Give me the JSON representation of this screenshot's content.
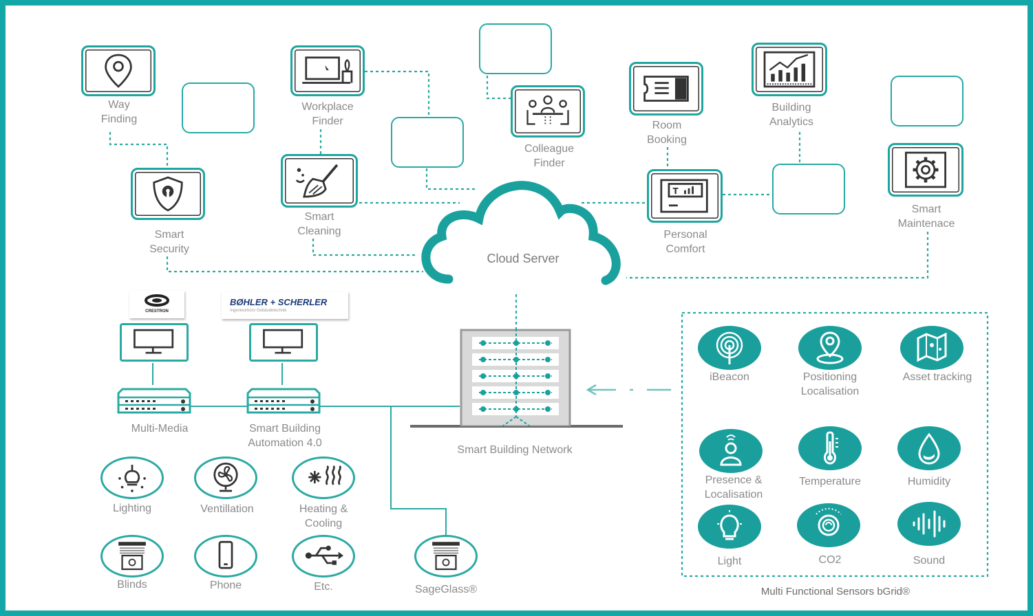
{
  "colors": {
    "teal": "#1da6a0",
    "frame": "#14a7a8",
    "label": "#8a8a8a",
    "dark": "#333333"
  },
  "cloud": {
    "label": "Cloud Server"
  },
  "network": {
    "label": "Smart Building Network"
  },
  "services": {
    "way_finding": {
      "label": "Way\nFinding",
      "icon": "map-pin-icon"
    },
    "workplace_finder": {
      "label": "Workplace\nFinder",
      "icon": "desk-monitor-icon"
    },
    "colleague_finder": {
      "label": "Colleague\nFinder",
      "icon": "meeting-people-icon"
    },
    "room_booking": {
      "label": "Room\nBooking",
      "icon": "ticket-icon"
    },
    "building_analytics": {
      "label": "Building\nAnalytics",
      "icon": "chart-icon"
    },
    "smart_security": {
      "label": "Smart\nSecurity",
      "icon": "shield-lock-icon"
    },
    "smart_cleaning": {
      "label": "Smart\nCleaning",
      "icon": "broom-icon"
    },
    "personal_comfort": {
      "label": "Personal\nComfort",
      "icon": "thermostat-panel-icon"
    },
    "smart_maintenance": {
      "label": "Smart\nMaintenace",
      "icon": "gear-icon"
    }
  },
  "logos": {
    "crestron": "CRESTRON",
    "bohler": "BØHLER + SCHERLER",
    "bohler_sub": "Ingenieurbüro Gebäudetechnik"
  },
  "systems": {
    "multimedia": "Multi-Media",
    "sba": "Smart Building\nAutomation 4.0"
  },
  "devices": [
    {
      "label": "Lighting",
      "icon": "bulb-icon"
    },
    {
      "label": "Ventillation",
      "icon": "fan-icon"
    },
    {
      "label": "Heating &\nCooling",
      "icon": "snowflake-heat-icon"
    },
    {
      "label": "Blinds",
      "icon": "blinds-icon"
    },
    {
      "label": "Phone",
      "icon": "phone-icon"
    },
    {
      "label": "Etc.",
      "icon": "usb-icon"
    },
    {
      "label": "SageGlass®",
      "icon": "blinds-icon"
    }
  ],
  "sensors": {
    "title": "Multi Functional Sensors bGrid®",
    "items": [
      {
        "label": "iBeacon",
        "icon": "beacon-icon"
      },
      {
        "label": "Positioning\nLocalisation",
        "icon": "location-icon"
      },
      {
        "label": "Asset tracking",
        "icon": "map-icon"
      },
      {
        "label": "Presence &\nLocalisation",
        "icon": "person-icon"
      },
      {
        "label": "Temperature",
        "icon": "thermometer-icon"
      },
      {
        "label": "Humidity",
        "icon": "drop-icon"
      },
      {
        "label": "Light",
        "icon": "lightbulb-icon"
      },
      {
        "label": "CO2",
        "icon": "co2-icon"
      },
      {
        "label": "Sound",
        "icon": "soundwave-icon"
      }
    ]
  }
}
